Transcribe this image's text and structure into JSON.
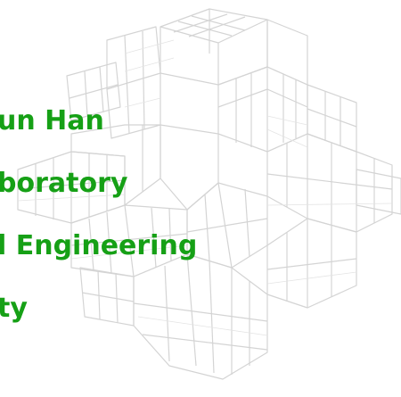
{
  "colors": {
    "text": "#16a016",
    "wire_stroke": "#d4d4d4",
    "wire_stroke_light": "#e4e4e4"
  },
  "text_lines": [
    "un Han",
    "boratory",
    "l Engineering",
    "ty"
  ],
  "background": {
    "icon": "wireframe-interlocking-cube-puzzle"
  }
}
